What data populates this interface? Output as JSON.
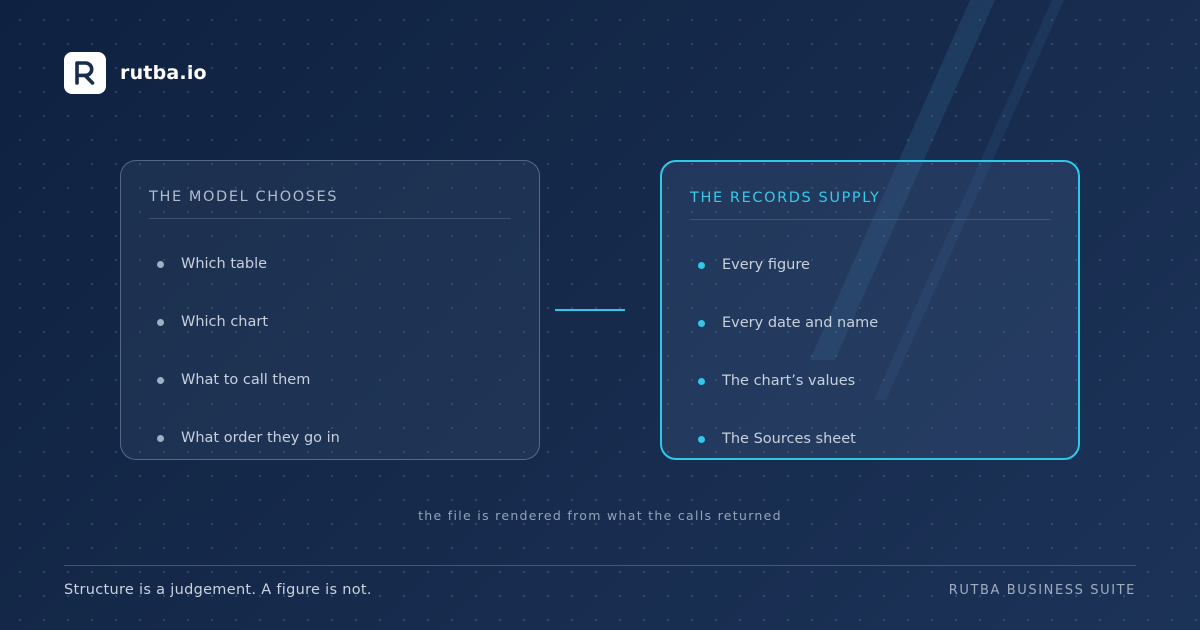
{
  "brand": {
    "name": "rutba.io",
    "logo_letter": "R"
  },
  "left_card": {
    "title": "THE MODEL CHOOSES",
    "items": [
      "Which table",
      "Which chart",
      "What to call them",
      "What order they go in"
    ]
  },
  "right_card": {
    "title": "THE RECORDS SUPPLY",
    "items": [
      "Every figure",
      "Every date and name",
      "The chart’s values",
      "The Sources sheet"
    ]
  },
  "caption": "the file is rendered from what the calls returned",
  "footer": {
    "tagline": "Structure is a judgement. A figure is not.",
    "suite": "RUTBA BUSINESS SUITE"
  },
  "colors": {
    "accent": "#2ec8ea",
    "background_start": "#0f2140",
    "background_end": "#1c3358",
    "logo_bg": "#ffffff",
    "logo_fg": "#1a2c4d"
  }
}
